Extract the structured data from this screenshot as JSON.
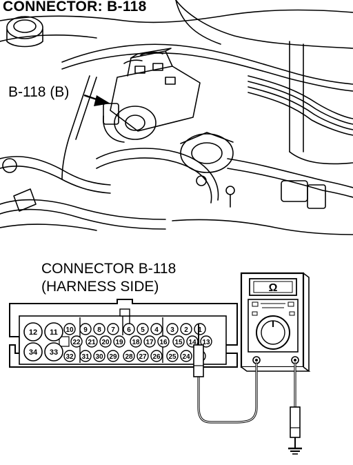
{
  "title": "CONNECTOR: B-118",
  "callout_label": "B-118 (B)",
  "harness": {
    "line1": "CONNECTOR B-118",
    "line2": "(HARNESS SIDE)"
  },
  "meter": {
    "display_symbol": "Ω"
  },
  "pins": {
    "p1": "1",
    "p2": "2",
    "p3": "3",
    "p4": "4",
    "p5": "5",
    "p6": "6",
    "p7": "7",
    "p8": "8",
    "p9": "9",
    "p10": "10",
    "p11": "11",
    "p12": "12",
    "p13": "13",
    "p14": "14",
    "p15": "15",
    "p16": "16",
    "p17": "17",
    "p18": "18",
    "p19": "19",
    "p20": "20",
    "p21": "21",
    "p22": "22",
    "p23": "23",
    "p24": "24",
    "p25": "25",
    "p26": "26",
    "p27": "27",
    "p28": "28",
    "p29": "29",
    "p30": "30",
    "p31": "31",
    "p32": "32",
    "p33": "33",
    "p34": "34"
  }
}
